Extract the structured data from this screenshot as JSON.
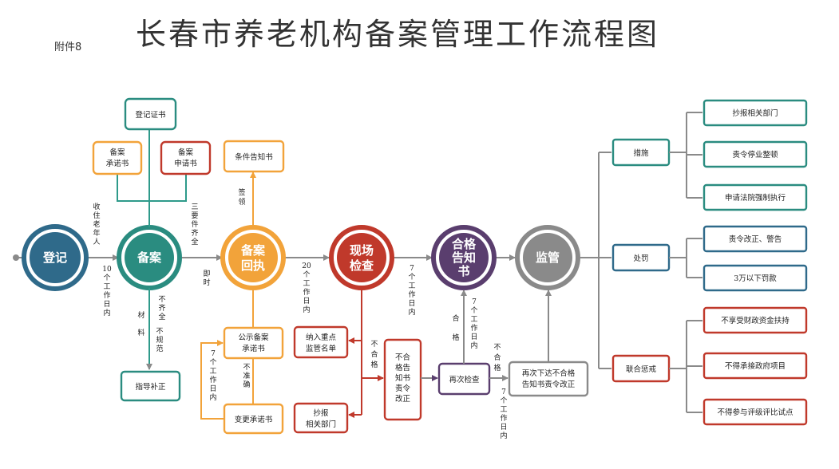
{
  "title": "长春市养老机构备案管理工作流程图",
  "annex": "附件8",
  "colors": {
    "teal": "#2a8c80",
    "blue": "#2f6a8a",
    "orange": "#f2a33a",
    "red": "#c0392b",
    "purple": "#5a3e6e",
    "gray": "#8a8a8a",
    "dark_red": "#b0473a"
  },
  "circles": {
    "register": "登记",
    "filing": [
      "备案"
    ],
    "receipt": [
      "备案",
      "回执"
    ],
    "inspect": [
      "现场",
      "检查"
    ],
    "notice": [
      "合格",
      "告知",
      "书"
    ],
    "supervise": "监管"
  },
  "boxes": {
    "reg_cert": "登记证书",
    "commit_book": [
      "备案",
      "承诺书"
    ],
    "apply_book": [
      "备案",
      "申请书"
    ],
    "condition_notice": "条件告知书",
    "guide": "指导补正",
    "public_commit": [
      "公示备案",
      "承诺书"
    ],
    "change_commit": "变更承诺书",
    "key_list": [
      "纳入重点",
      "监管名单"
    ],
    "report_dept": [
      "抄报",
      "相关部门"
    ],
    "fail_notice": [
      "不合",
      "格告",
      "知书",
      "责令",
      "改正"
    ],
    "recheck": "再次检查",
    "reissue": [
      "再次下达不合格",
      "告知书责令改正"
    ],
    "measures": "措施",
    "punish": "处罚",
    "joint": "联合惩戒",
    "m1": "抄报相关部门",
    "m2": "责令停业整顿",
    "m3": "申请法院强制执行",
    "p1": "责令改正、警告",
    "p2": "3万以下罚款",
    "j1": "不享受财政资金扶持",
    "j2": "不得承接政府项目",
    "j3": "不得参与评级评比试点"
  },
  "labels": {
    "collect": "收住老年人",
    "ten_days": "10个工作日内",
    "three_docs": "三要件齐全",
    "immediate": "即时",
    "sign": "签领",
    "incomplete": "不齐全",
    "materials": "材料",
    "irregular": "不规范",
    "twenty_days": "20个工作日内",
    "fail_a": "不合格",
    "seven_a": "7个工作日内",
    "seven_b": "7个工作日内",
    "qualified": "合格",
    "seven_c": "7个工作日内",
    "fail_b": "不合格",
    "seven_d": "7个工作日内",
    "inaccurate": "不准确"
  }
}
